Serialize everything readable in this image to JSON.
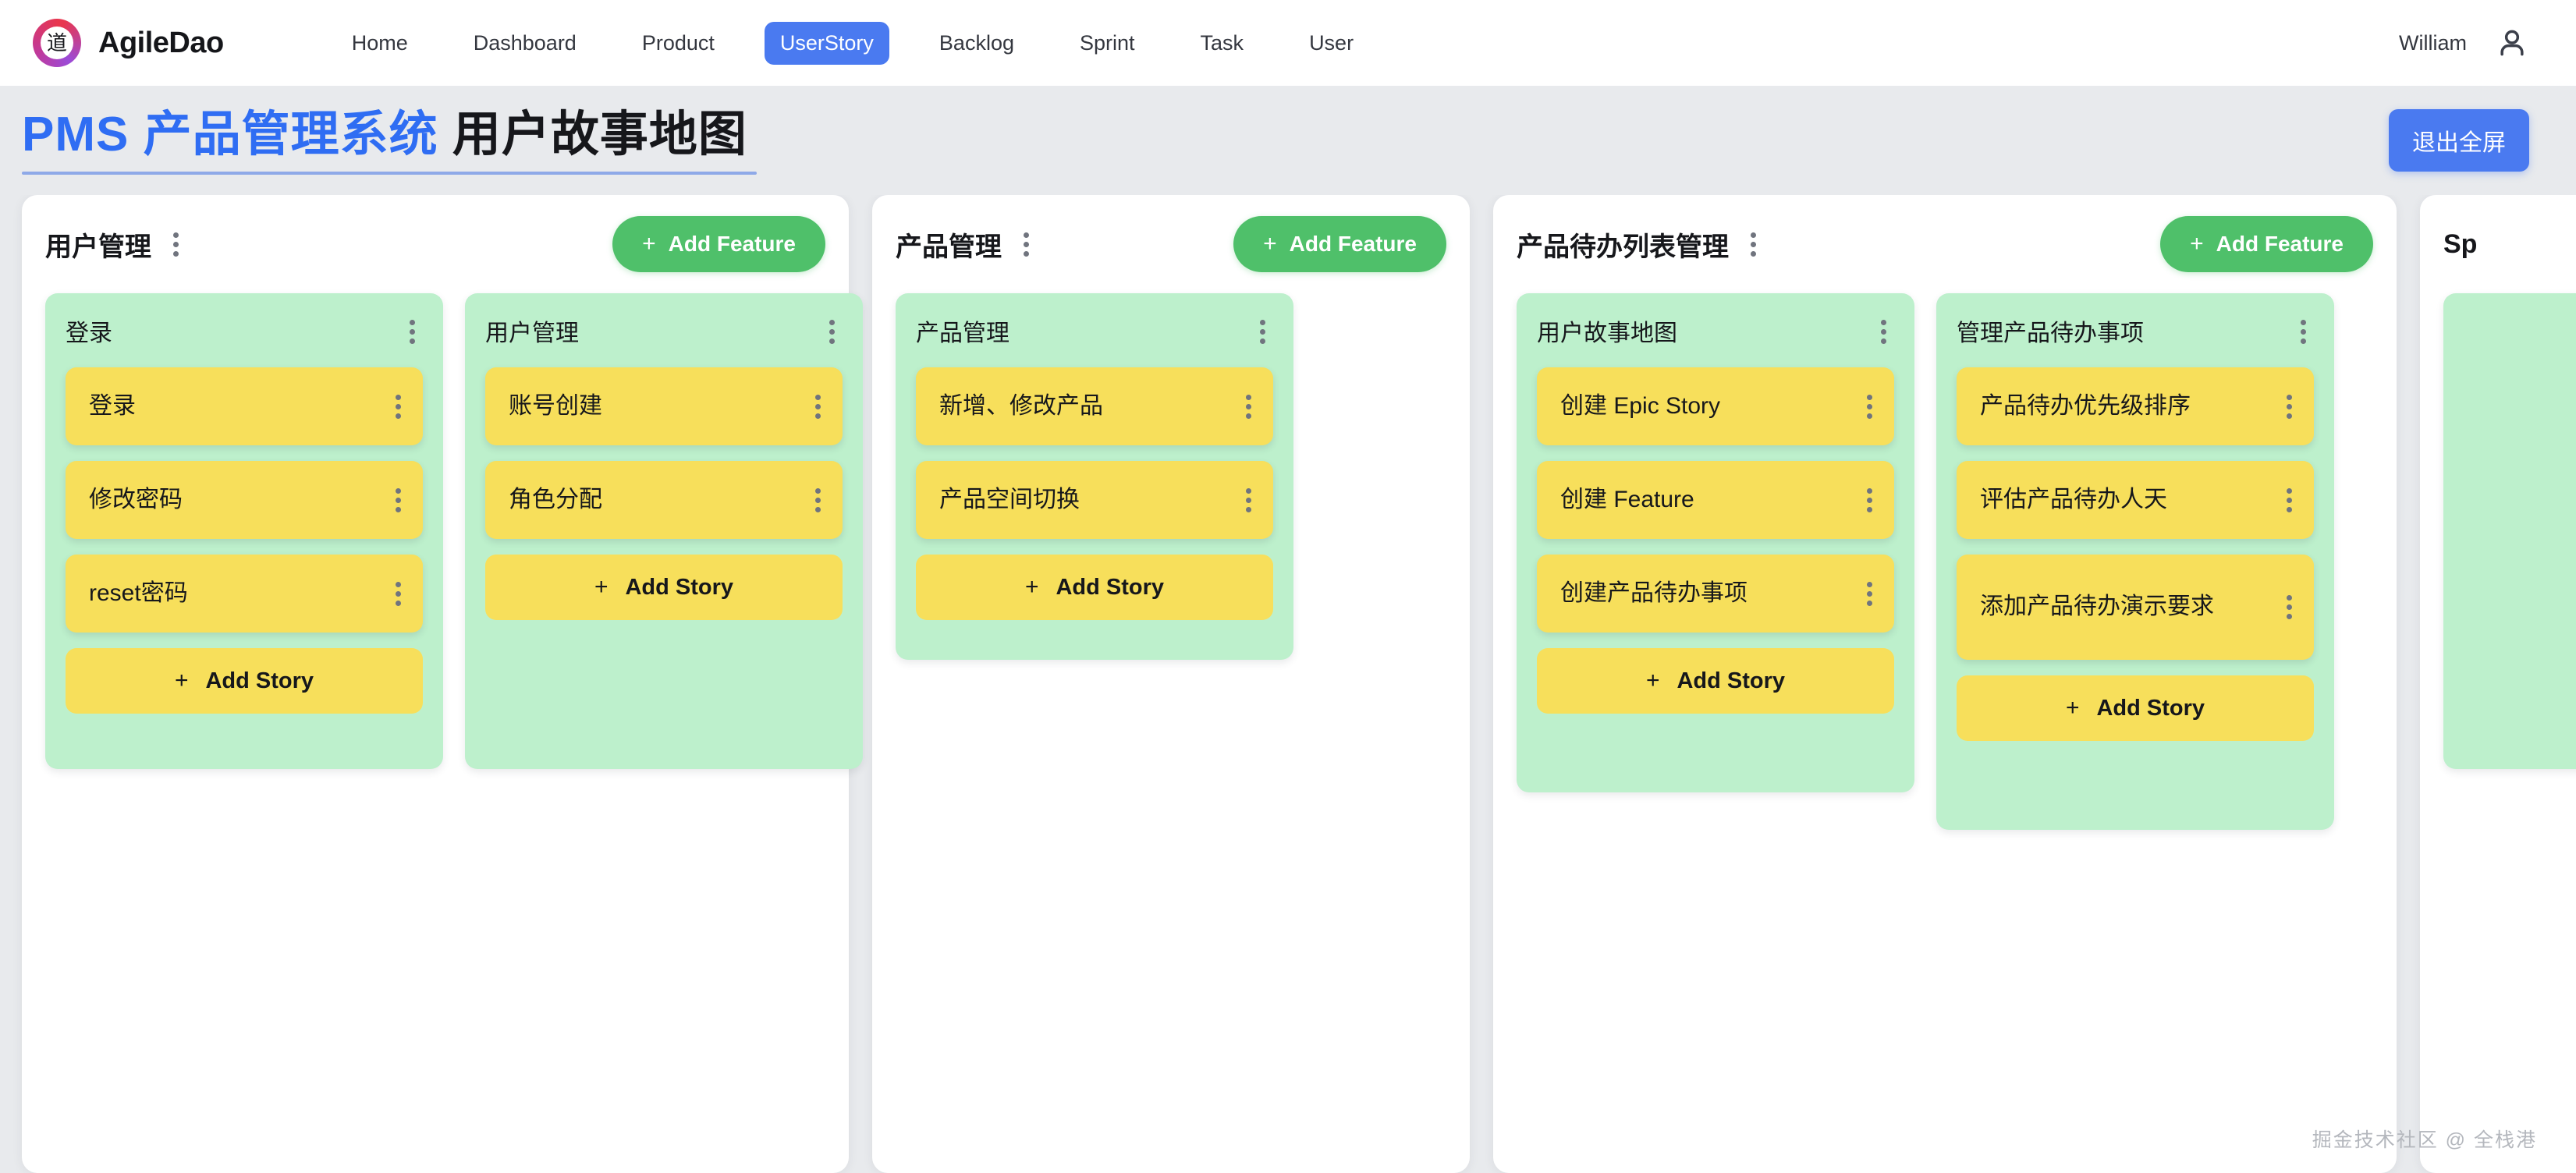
{
  "navbar": {
    "logo_glyph": "道",
    "brand": "AgileDao",
    "links": [
      {
        "label": "Home",
        "active": false
      },
      {
        "label": "Dashboard",
        "active": false
      },
      {
        "label": "Product",
        "active": false
      },
      {
        "label": "UserStory",
        "active": true
      },
      {
        "label": "Backlog",
        "active": false
      },
      {
        "label": "Sprint",
        "active": false
      },
      {
        "label": "Task",
        "active": false
      },
      {
        "label": "User",
        "active": false
      }
    ],
    "user_name": "William"
  },
  "page_header": {
    "title_blue": "PMS 产品管理系统",
    "title_dark": "用户故事地图",
    "fullscreen_button": "退出全屏"
  },
  "labels": {
    "add_feature": "Add Feature",
    "add_story": "Add Story",
    "plus": "+"
  },
  "board": {
    "epics": [
      {
        "title": "用户管理",
        "features": [
          {
            "title": "登录",
            "stories": [
              "登录",
              "修改密码",
              "reset密码"
            ]
          },
          {
            "title": "用户管理",
            "stories": [
              "账号创建",
              "角色分配"
            ]
          }
        ]
      },
      {
        "title": "产品管理",
        "features": [
          {
            "title": "产品管理",
            "stories": [
              "新增、修改产品",
              "产品空间切换"
            ]
          }
        ]
      },
      {
        "title": "产品待办列表管理",
        "features": [
          {
            "title": "用户故事地图",
            "stories": [
              "创建 Epic Story",
              "创建 Feature",
              "创建产品待办事项"
            ]
          },
          {
            "title": "管理产品待办事项",
            "stories": [
              "产品待办优先级排序",
              "评估产品待办人天",
              "添加产品待办演示要求"
            ]
          }
        ]
      },
      {
        "title": "Sp",
        "features": [
          {
            "title": "",
            "stories": []
          }
        ]
      }
    ]
  },
  "watermark": "掘金技术社区 @ 全栈港",
  "colors": {
    "accent_blue": "#4a7af0",
    "title_blue": "#2f6df3",
    "feature_green": "#bdf0cc",
    "button_green": "#4fc06a",
    "story_yellow": "#f7df5b",
    "page_bg": "#e8eaed"
  }
}
